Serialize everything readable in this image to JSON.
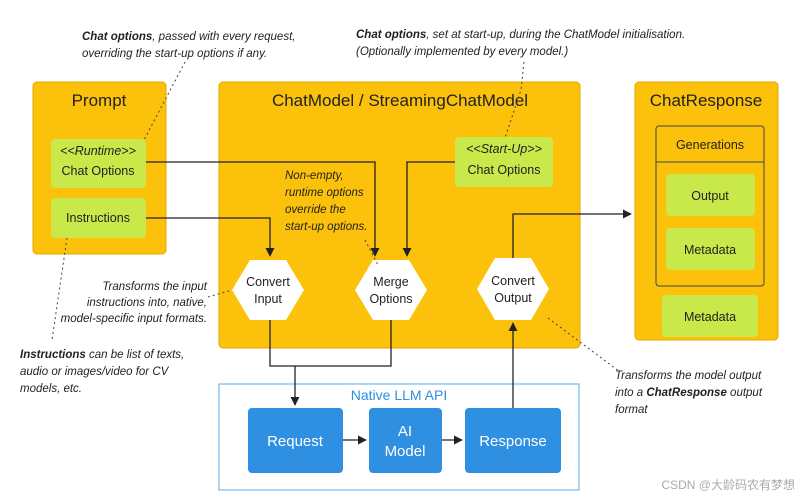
{
  "prompt": {
    "title": "Prompt",
    "runtime_tag": "<<Runtime>>",
    "chat_options": "Chat Options",
    "instructions": "Instructions"
  },
  "chatmodel": {
    "title": "ChatModel / StreamingChatModel",
    "startup_tag": "<<Start-Up>>",
    "chat_options": "Chat Options",
    "convert_input": [
      "Convert",
      "Input"
    ],
    "merge_options": [
      "Merge",
      "Options"
    ],
    "convert_output": [
      "Convert",
      "Output"
    ],
    "override_note": [
      "Non-empty,",
      "runtime options",
      "override the",
      "start-up options."
    ]
  },
  "chatresponse": {
    "title": "ChatResponse",
    "generations": "Generations",
    "output": "Output",
    "metadata_inner": "Metadata",
    "metadata_outer": "Metadata"
  },
  "native_api": {
    "title": "Native LLM API",
    "request": "Request",
    "ai_model": [
      "AI",
      "Model"
    ],
    "response": "Response"
  },
  "notes": {
    "chat_options_runtime": {
      "line1_bold": "Chat options",
      "line1_rest": ", passed with every  request,",
      "line2": "overriding the start-up options if any."
    },
    "chat_options_startup": {
      "line1_bold": "Chat options",
      "line1_rest": ", set at start-up, during  the ChatModel initialisation.",
      "line2": "(Optionally implemented by every model.)"
    },
    "transforms_input": [
      "Transforms the input",
      "instructions into, native,",
      "model-specific input formats."
    ],
    "instructions_note": {
      "line1_bold": "Instructions",
      "line1_rest": " can be list of texts,",
      "line2": "audio or images/video for CV",
      "line3": "models, etc."
    },
    "transforms_output": {
      "line1": "Transforms the model output",
      "line2_pre": "into  a ",
      "line2_bold": "ChatResponse",
      "line2_post": " output",
      "line3": "format"
    }
  },
  "watermark": "CSDN @大龄码农有梦想",
  "colors": {
    "yellow": "#fbc10b",
    "yellow_border": "#e0a800",
    "green": "#c9e84a",
    "blue": "#2f8fe0",
    "blue_border": "#5aaee8"
  }
}
